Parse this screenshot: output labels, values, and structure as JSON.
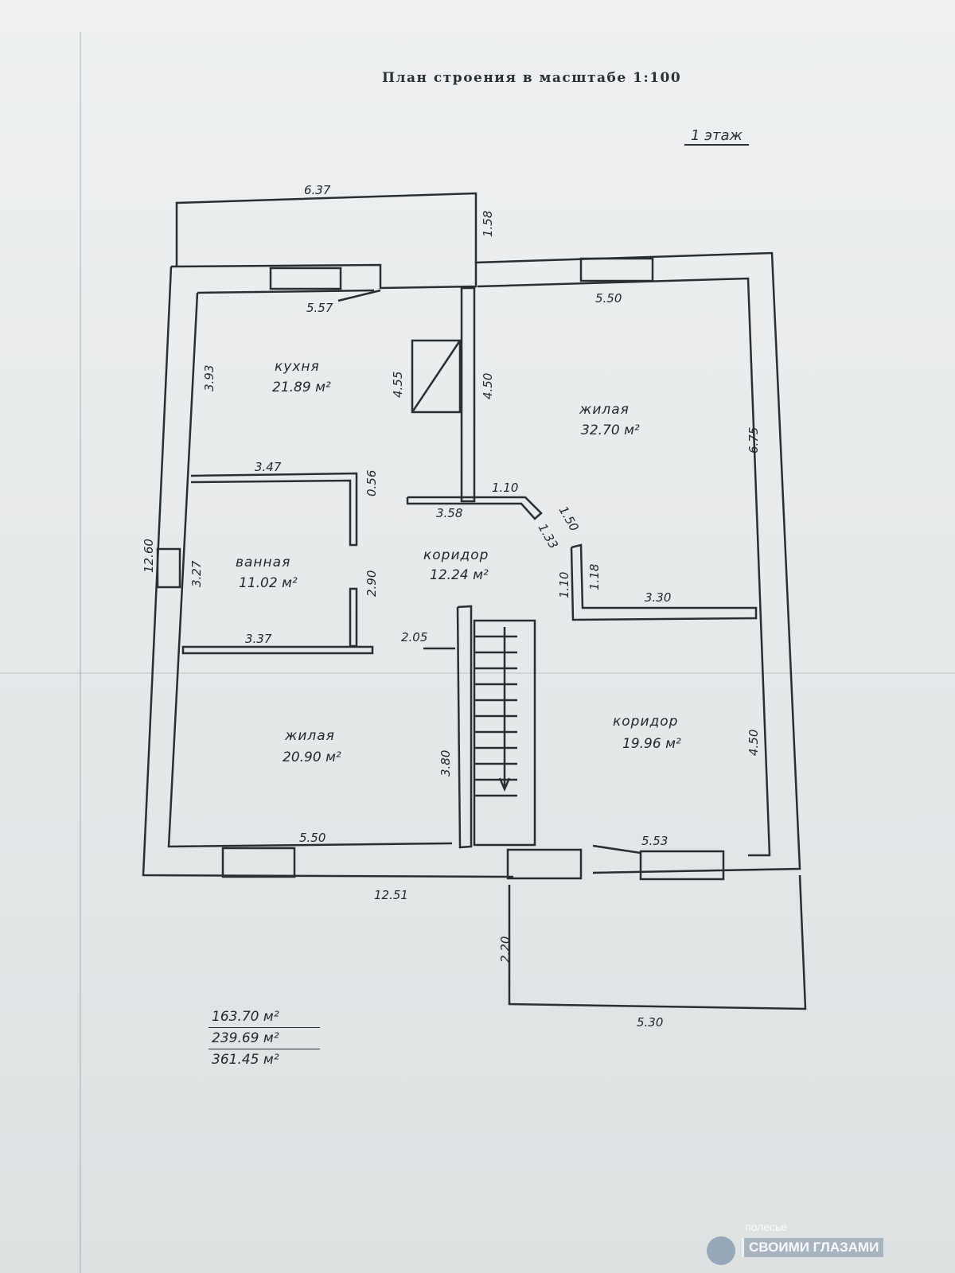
{
  "title": "План строения в масштабе 1:100",
  "floor_label": "1 этаж",
  "rooms": [
    {
      "id": "kitchen",
      "name": "кухня",
      "area": "21.89 м²"
    },
    {
      "id": "living1",
      "name": "жилая",
      "area": "32.70 м²"
    },
    {
      "id": "bath",
      "name": "ванная",
      "area": "11.02 м²"
    },
    {
      "id": "corridor1",
      "name": "коридор",
      "area": "12.24 м²"
    },
    {
      "id": "living2",
      "name": "жилая",
      "area": "20.90 м²"
    },
    {
      "id": "corridor2",
      "name": "коридор",
      "area": "19.96 м²"
    }
  ],
  "dimensions": {
    "top_annex": "6.37",
    "top_annex_side": "1.58",
    "kitchen_top": "5.57",
    "living1_top": "5.50",
    "kitchen_left": "3.93",
    "kitchen_right": "4.55",
    "partition_450": "4.50",
    "living1_right": "6.75",
    "bath_top": "3.47",
    "bath_notch": "0.56",
    "corridor_358": "3.58",
    "door_110": "1.10",
    "diag_150": "1.50",
    "diag_133": "1.33",
    "outer_left": "12.60",
    "bath_left": "3.27",
    "bath_right": "2.90",
    "wall_110b": "1.10",
    "wall_118": "1.18",
    "living1_bottom": "3.30",
    "bath_bottom": "3.37",
    "stair_205": "2.05",
    "living2_right": "3.80",
    "corridor2_right": "4.50",
    "living2_bottom": "5.50",
    "corridor2_bottom": "5.53",
    "outer_bottom": "12.51",
    "porch_side": "2.20",
    "porch_bottom": "5.30"
  },
  "totals": [
    "163.70 м²",
    "239.69 м²",
    "361.45 м²"
  ],
  "watermark": {
    "top": "полесье",
    "bottom": "СВОИМИ ГЛАЗАМИ"
  }
}
